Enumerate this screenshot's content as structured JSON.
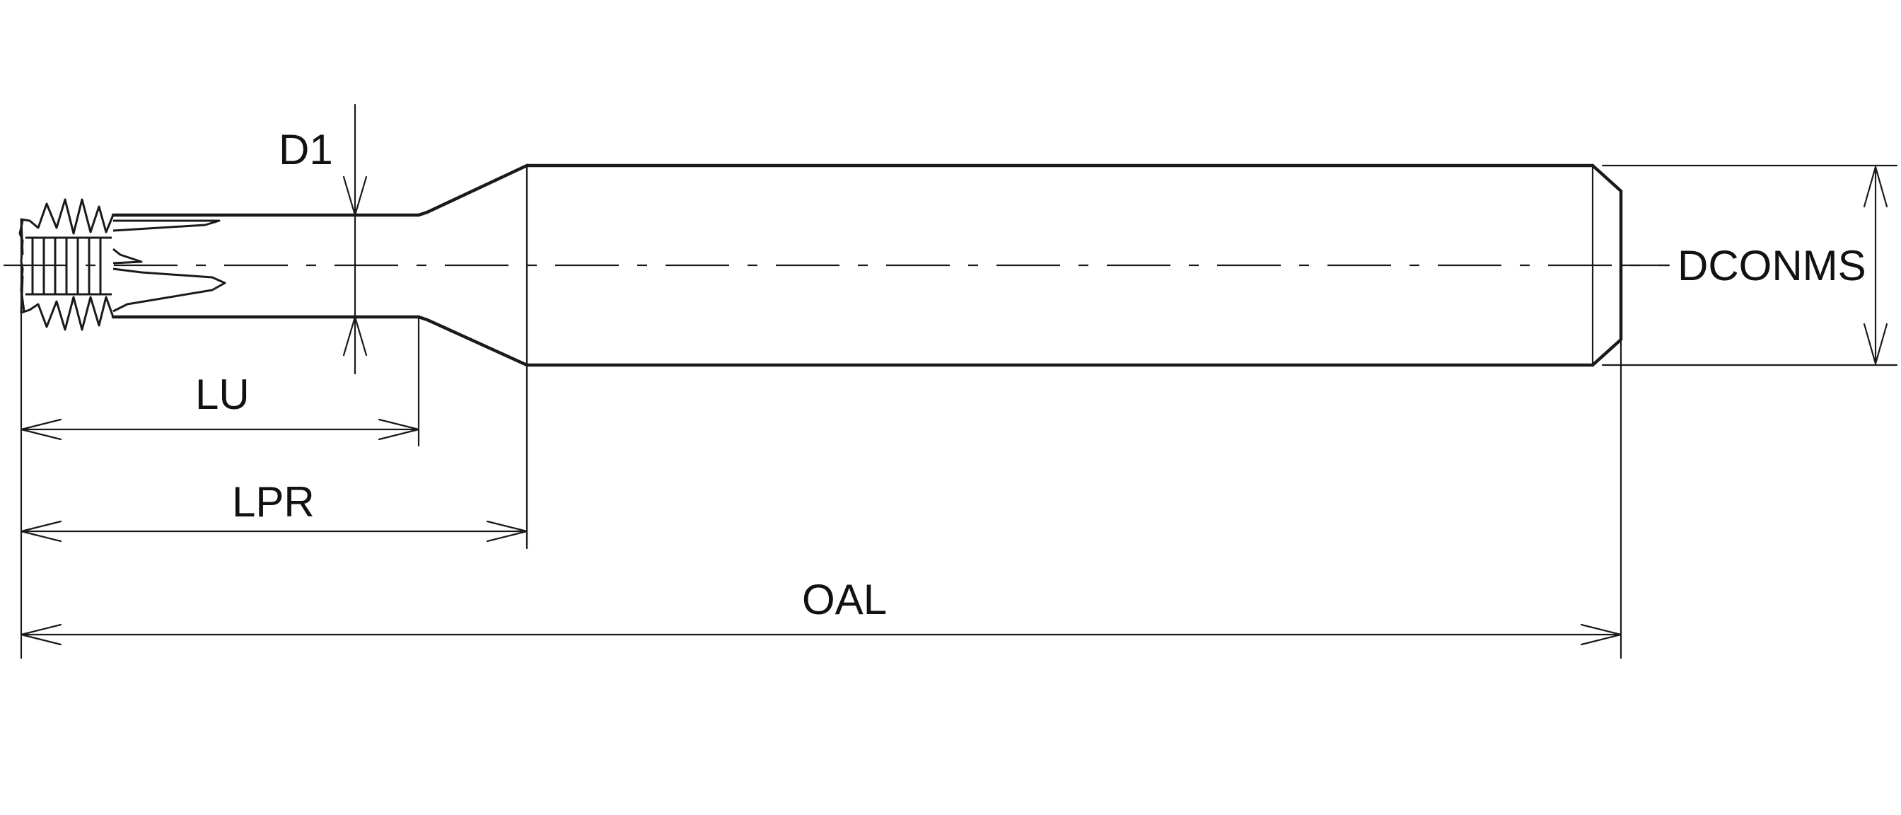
{
  "diagram": {
    "labels": {
      "d1": "D1",
      "lu": "LU",
      "lpr": "LPR",
      "oal": "OAL",
      "dconms": "DCONMS"
    }
  }
}
